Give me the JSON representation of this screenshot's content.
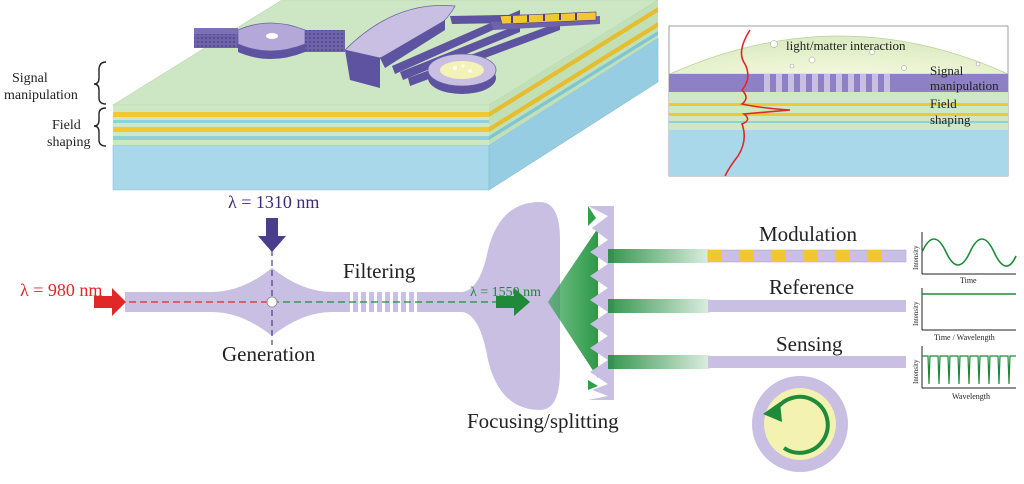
{
  "chip3d": {
    "label_signal": [
      "Signal",
      "manipulation"
    ],
    "label_field": [
      "Field",
      "shaping"
    ]
  },
  "crosssection": {
    "label_interaction": "light/matter interaction",
    "label_signal": [
      "Signal",
      "manipulation"
    ],
    "label_field": [
      "Field",
      "shaping"
    ]
  },
  "pump_sources": {
    "lambda_1310": "λ = 1310 nm",
    "lambda_980": "λ = 980 nm",
    "lambda_1550": "λ = 1550 nm"
  },
  "stages": {
    "generation": "Generation",
    "filtering": "Filtering",
    "focusing": "Focusing/splitting"
  },
  "outputs": {
    "modulation": "Modulation",
    "reference": "Reference",
    "sensing": "Sensing"
  },
  "plots": {
    "y_label": "Intensity",
    "modulation_x": "Time",
    "reference_x": "Time / Wavelength",
    "sensing_x": "Wavelength"
  },
  "colors": {
    "waveguide": "#c8bfe2",
    "purple_dark": "#4a3d8c",
    "green": "#1e8a3a",
    "red": "#e02828",
    "cladding_green": "#c6e3c0",
    "substrate_blue": "#a9d8ea",
    "yellow": "#f2c832"
  }
}
